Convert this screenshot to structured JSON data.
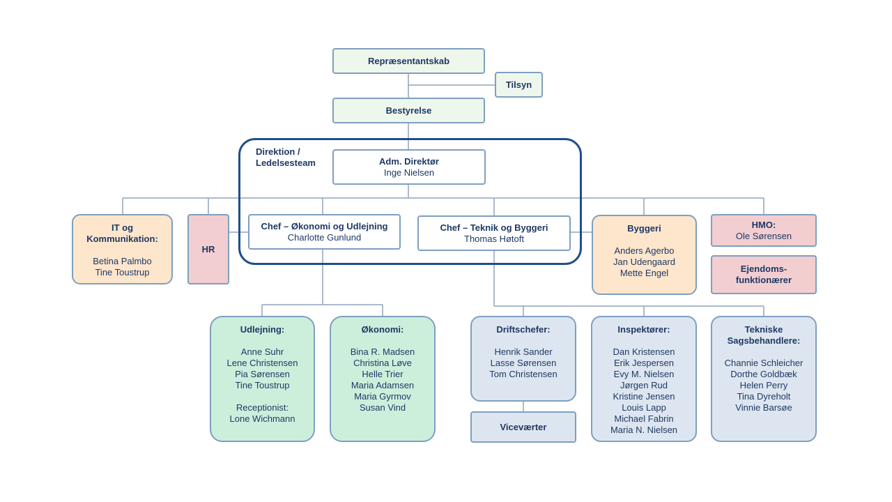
{
  "representantskab": "Repræsentantskab",
  "tilsyn": "Tilsyn",
  "bestyrelse": "Bestyrelse",
  "direktion_label": [
    "Direktion /",
    "Ledelsesteam"
  ],
  "adm": {
    "title": "Adm. Direktør",
    "name": "Inge Nielsen"
  },
  "it": {
    "title": [
      "IT og",
      "Kommunikation:"
    ],
    "people": [
      "Betina Palmbo",
      "Tine Toustrup"
    ]
  },
  "hr": "HR",
  "chef_okonomi": {
    "title": "Chef – Økonomi og Udlejning",
    "name": "Charlotte Gunlund"
  },
  "chef_teknik": {
    "title": "Chef – Teknik og Byggeri",
    "name": "Thomas Høtoft"
  },
  "byggeri": {
    "title": "Byggeri",
    "people": [
      "Anders Agerbo",
      "Jan Udengaard",
      "Mette Engel"
    ]
  },
  "hmo": {
    "title": "HMO:",
    "name": "Ole Sørensen"
  },
  "ejendom": [
    "Ejendoms-",
    "funktionærer"
  ],
  "udlejning": {
    "title": "Udlejning:",
    "people": [
      "Anne Suhr",
      "Lene Christensen",
      "Pia Sørensen",
      "Tine Toustrup"
    ],
    "reception_title": "Receptionist:",
    "reception_name": "Lone Wichmann"
  },
  "okonomi": {
    "title": "Økonomi:",
    "people": [
      "Bina R. Madsen",
      "Christina Løve",
      "Helle Trier",
      "Maria Adamsen",
      "Maria Gyrmov",
      "Susan Vind"
    ]
  },
  "driftschefer": {
    "title": "Driftschefer:",
    "people": [
      "Henrik Sander",
      "Lasse Sørensen",
      "Tom Christensen"
    ]
  },
  "vicevaerter": "Viceværter",
  "inspektorer": {
    "title": "Inspektører:",
    "people": [
      "Dan Kristensen",
      "Erik Jespersen",
      "Evy M. Nielsen",
      "Jørgen Rud",
      "Kristine Jensen",
      "Louis Lapp",
      "Michael Fabrin",
      "Maria N. Nielsen"
    ]
  },
  "tekniske": {
    "title": [
      "Tekniske",
      "Sagsbehandlere:"
    ],
    "people": [
      "Channie Schleicher",
      "Dorthe Goldbæk",
      "Helen Perry",
      "Tina Dyreholt",
      "Vinnie Barsøe"
    ]
  }
}
